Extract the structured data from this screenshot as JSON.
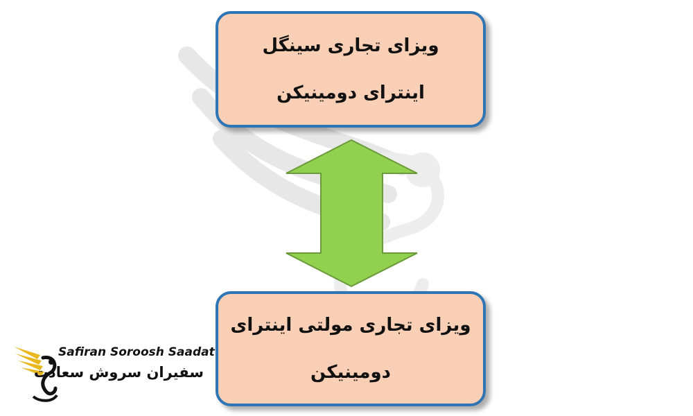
{
  "colors": {
    "box_fill": "#f9cfb5",
    "box_border": "#2e75b6",
    "arrow_fill": "#92d050",
    "arrow_stroke": "#6a9a39",
    "logo_gold": "#e9b81f"
  },
  "top_box": {
    "line1": "ویزای تجاری سینگل",
    "line2": "اینترای دومینیکن"
  },
  "bottom_box": {
    "line1": "ویزای تجاری مولتی اینترای",
    "line2": "دومینیکن"
  },
  "connector": {
    "icon": "double-arrow-vertical-icon"
  },
  "logo": {
    "icon": "swan-logo-icon",
    "name_en": "Safiran Soroosh Saadat",
    "name_fa": "سفیران سروش سعادت"
  }
}
